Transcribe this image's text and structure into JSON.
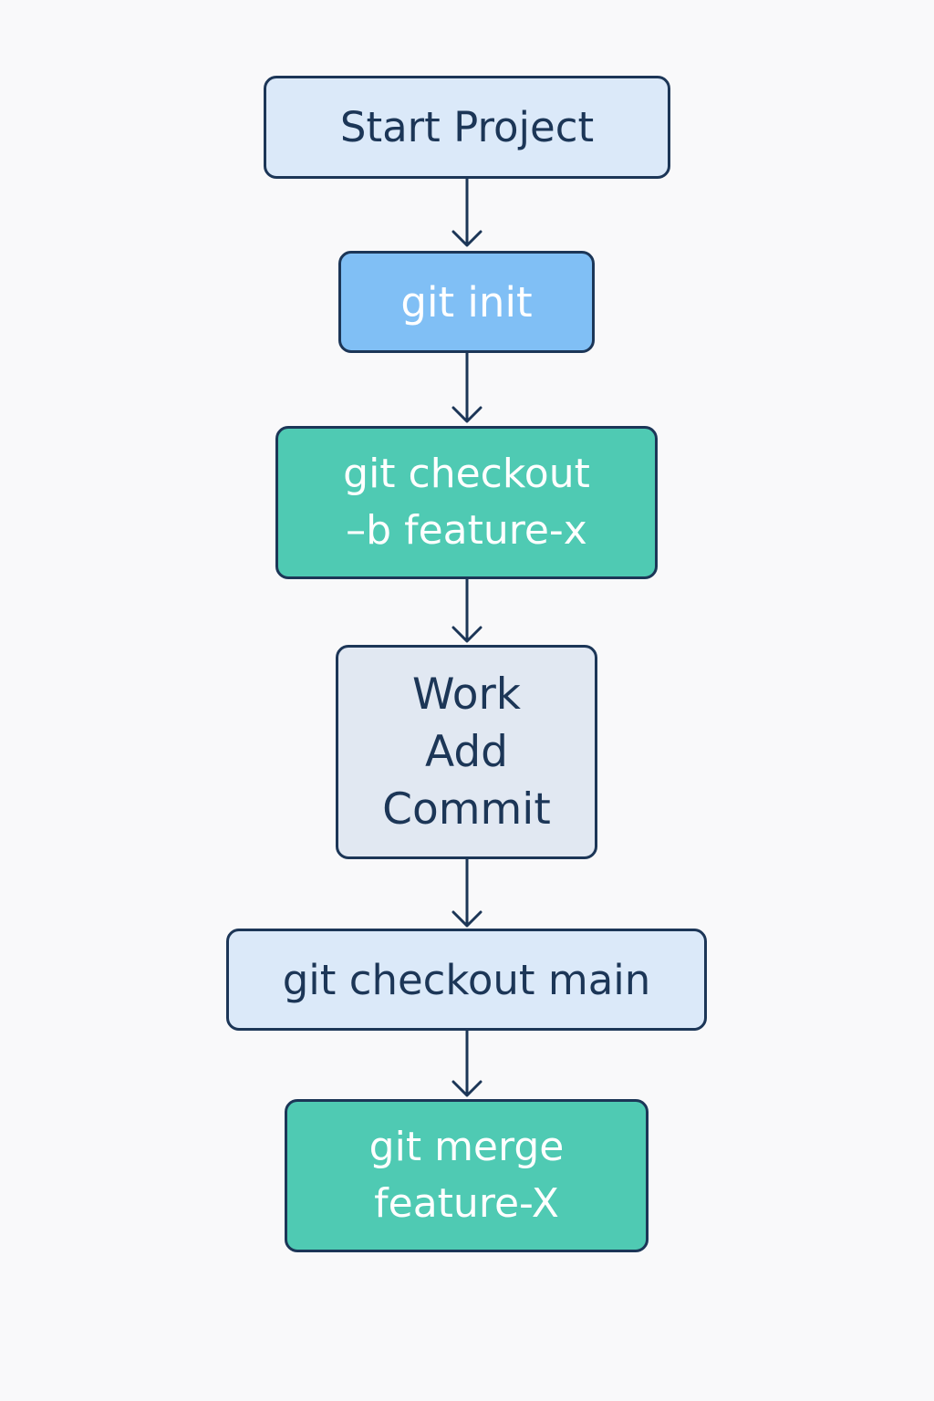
{
  "diagram": {
    "nodes": [
      {
        "id": "start",
        "lines": [
          "Start Project"
        ]
      },
      {
        "id": "init",
        "lines": [
          "git init"
        ]
      },
      {
        "id": "branch",
        "lines": [
          "git checkout",
          "–b feature-x"
        ]
      },
      {
        "id": "work",
        "lines": [
          "Work",
          "Add",
          "Commit"
        ]
      },
      {
        "id": "main",
        "lines": [
          "git checkout main"
        ]
      },
      {
        "id": "merge",
        "lines": [
          "git merge",
          "feature-X"
        ]
      }
    ],
    "edges": [
      {
        "from": "start",
        "to": "init"
      },
      {
        "from": "init",
        "to": "branch"
      },
      {
        "from": "branch",
        "to": "work"
      },
      {
        "from": "work",
        "to": "main"
      },
      {
        "from": "main",
        "to": "merge"
      }
    ]
  },
  "colors": {
    "background": "#f9f9fa",
    "stroke": "#1c3657",
    "light_fill": "#dbe9f9",
    "blue_fill": "#80bff5",
    "teal_fill": "#4fcab3",
    "gray_fill": "#e1e8f2"
  }
}
